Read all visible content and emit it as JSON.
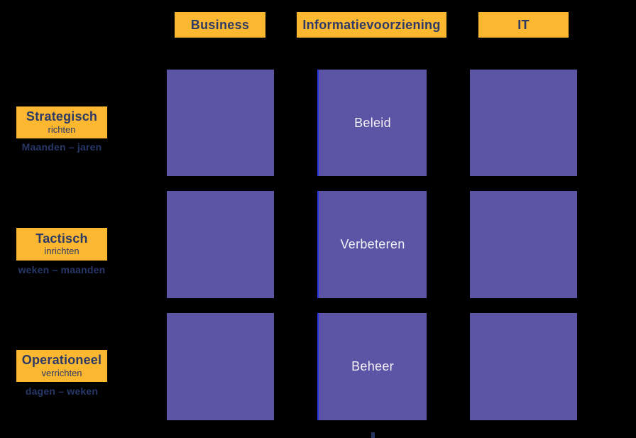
{
  "diagram": {
    "background": "#000000",
    "colors": {
      "label_yellow": "#FBB72F",
      "label_text_navy": "#2D3A66",
      "cell_purple": "#5C55A5",
      "cell_text_white": "#F2F1F7",
      "middle_cell_edge_blue": "#2636E0",
      "timescale_navy": "#273767"
    }
  },
  "columns": [
    {
      "label": "Business"
    },
    {
      "label": "Informatievoorziening"
    },
    {
      "label": "IT"
    }
  ],
  "rows": [
    {
      "title": "Strategisch",
      "subtitle": "richten",
      "timescale": "Maanden – jaren"
    },
    {
      "title": "Tactisch",
      "subtitle": "inrichten",
      "timescale": "weken – maanden"
    },
    {
      "title": "Operationeel",
      "subtitle": "verrichten",
      "timescale": "dagen – weken"
    }
  ],
  "cells": [
    [
      "",
      "Beleid",
      ""
    ],
    [
      "",
      "Verbeteren",
      ""
    ],
    [
      "",
      "Beheer",
      ""
    ]
  ]
}
